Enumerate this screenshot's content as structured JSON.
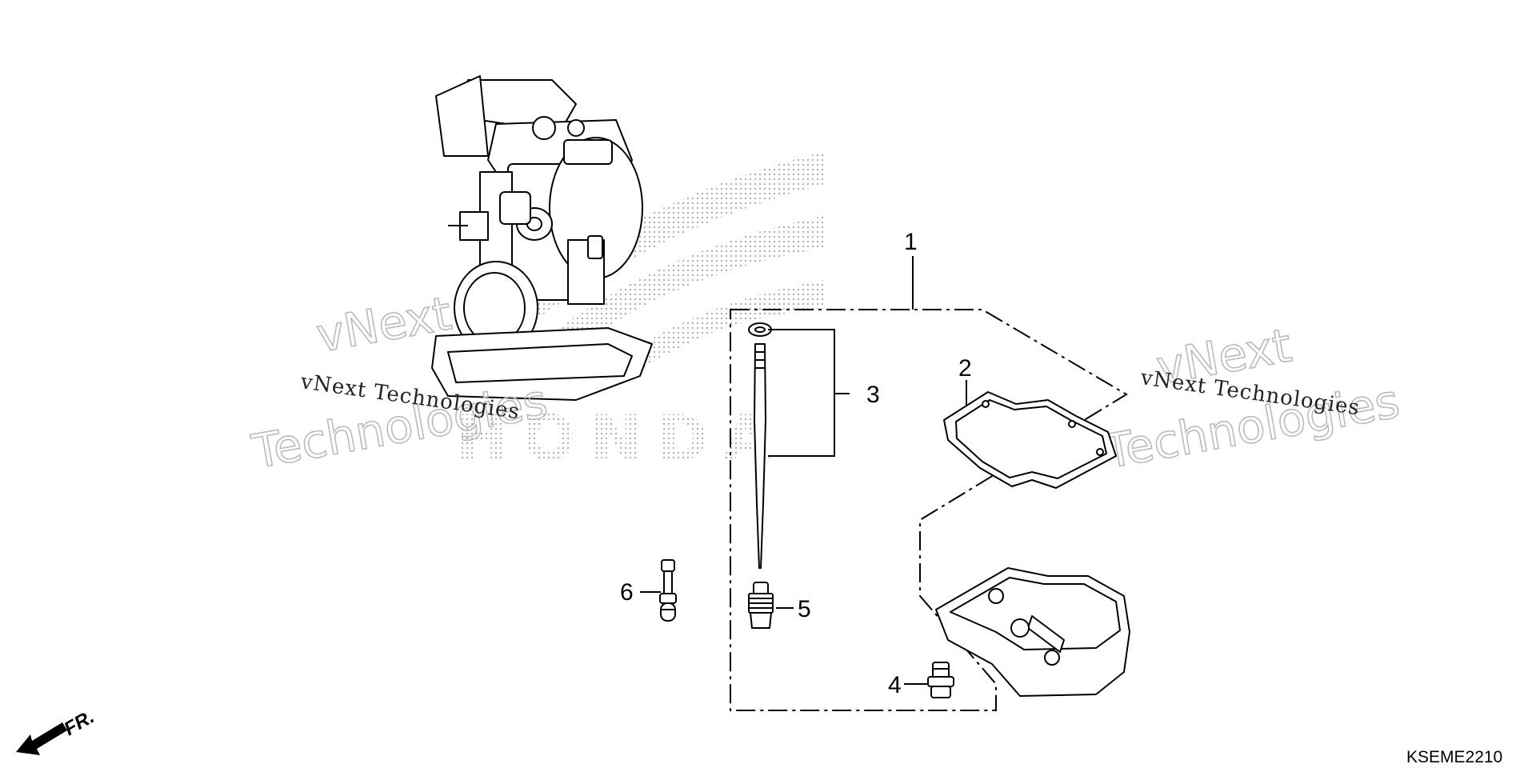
{
  "watermarks": {
    "left_small": "vNext Technologies",
    "left_big_line1": "vNext",
    "left_big_line2": "Technologies",
    "right_small": "vNext Technologies",
    "right_big_line1": "vNext",
    "right_big_line2": "Technologies"
  },
  "brand_mark": "HONDA",
  "callouts": [
    "1",
    "2",
    "3",
    "4",
    "5",
    "6"
  ],
  "diagram_code": "KSEME2210",
  "direction_label": "FR."
}
